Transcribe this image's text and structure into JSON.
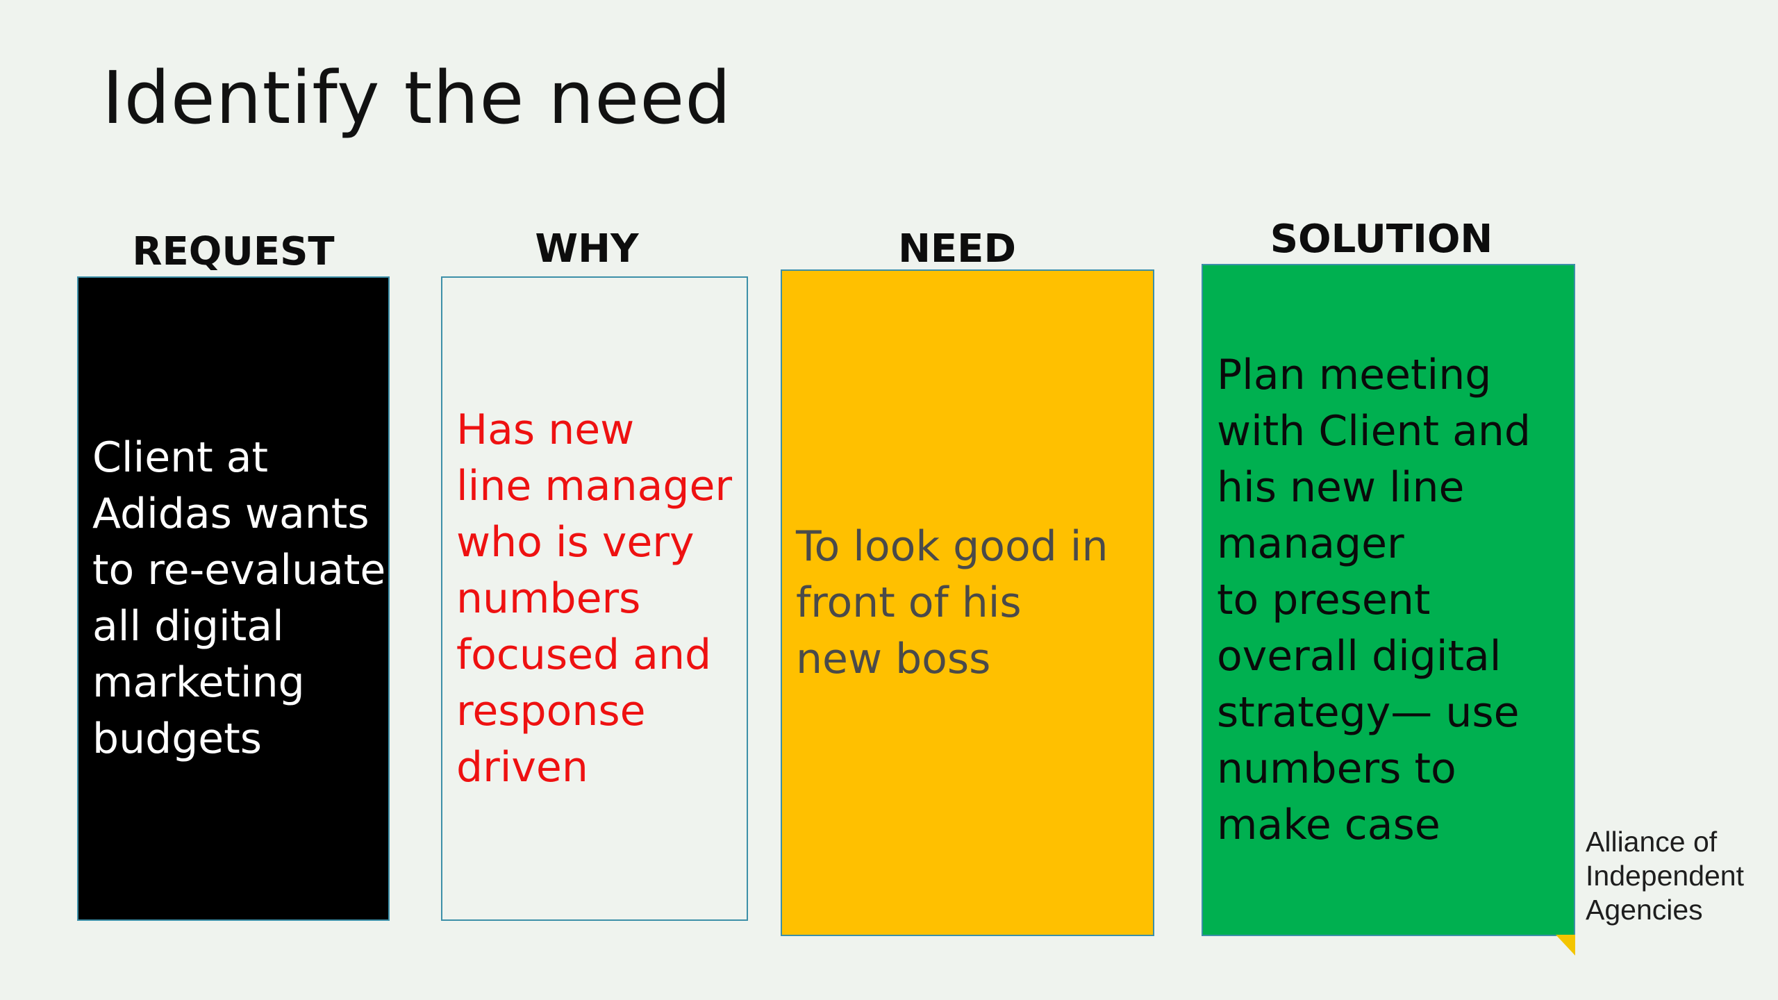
{
  "slide": {
    "title": "Identify the need"
  },
  "columns": [
    {
      "heading": "REQUEST",
      "text": "Client at\nAdidas wants\nto re-evaluate\nall digital\nmarketing\nbudgets",
      "background": "#000000",
      "text_color": "#ffffff"
    },
    {
      "heading": "WHY",
      "text": "Has new\nline manager\nwho is very\nnumbers\nfocused and\nresponse\ndriven",
      "background": "#eff3ee",
      "text_color": "#ee1111"
    },
    {
      "heading": "NEED",
      "text": "To look  good in\n front of his\nnew boss",
      "background": "#ffc000",
      "text_color": "#4a4a4a"
    },
    {
      "heading": "SOLUTION",
      "text": "Plan meeting\nwith Client and\nhis new  line\nmanager\n to present\noverall digital\nstrategy— use\nnumbers to\nmake case",
      "background": "#00b050",
      "text_color": "#0a0a0a"
    }
  ],
  "brand": {
    "line1": "Alliance of",
    "line2": "Independent",
    "line3": "Agencies"
  }
}
